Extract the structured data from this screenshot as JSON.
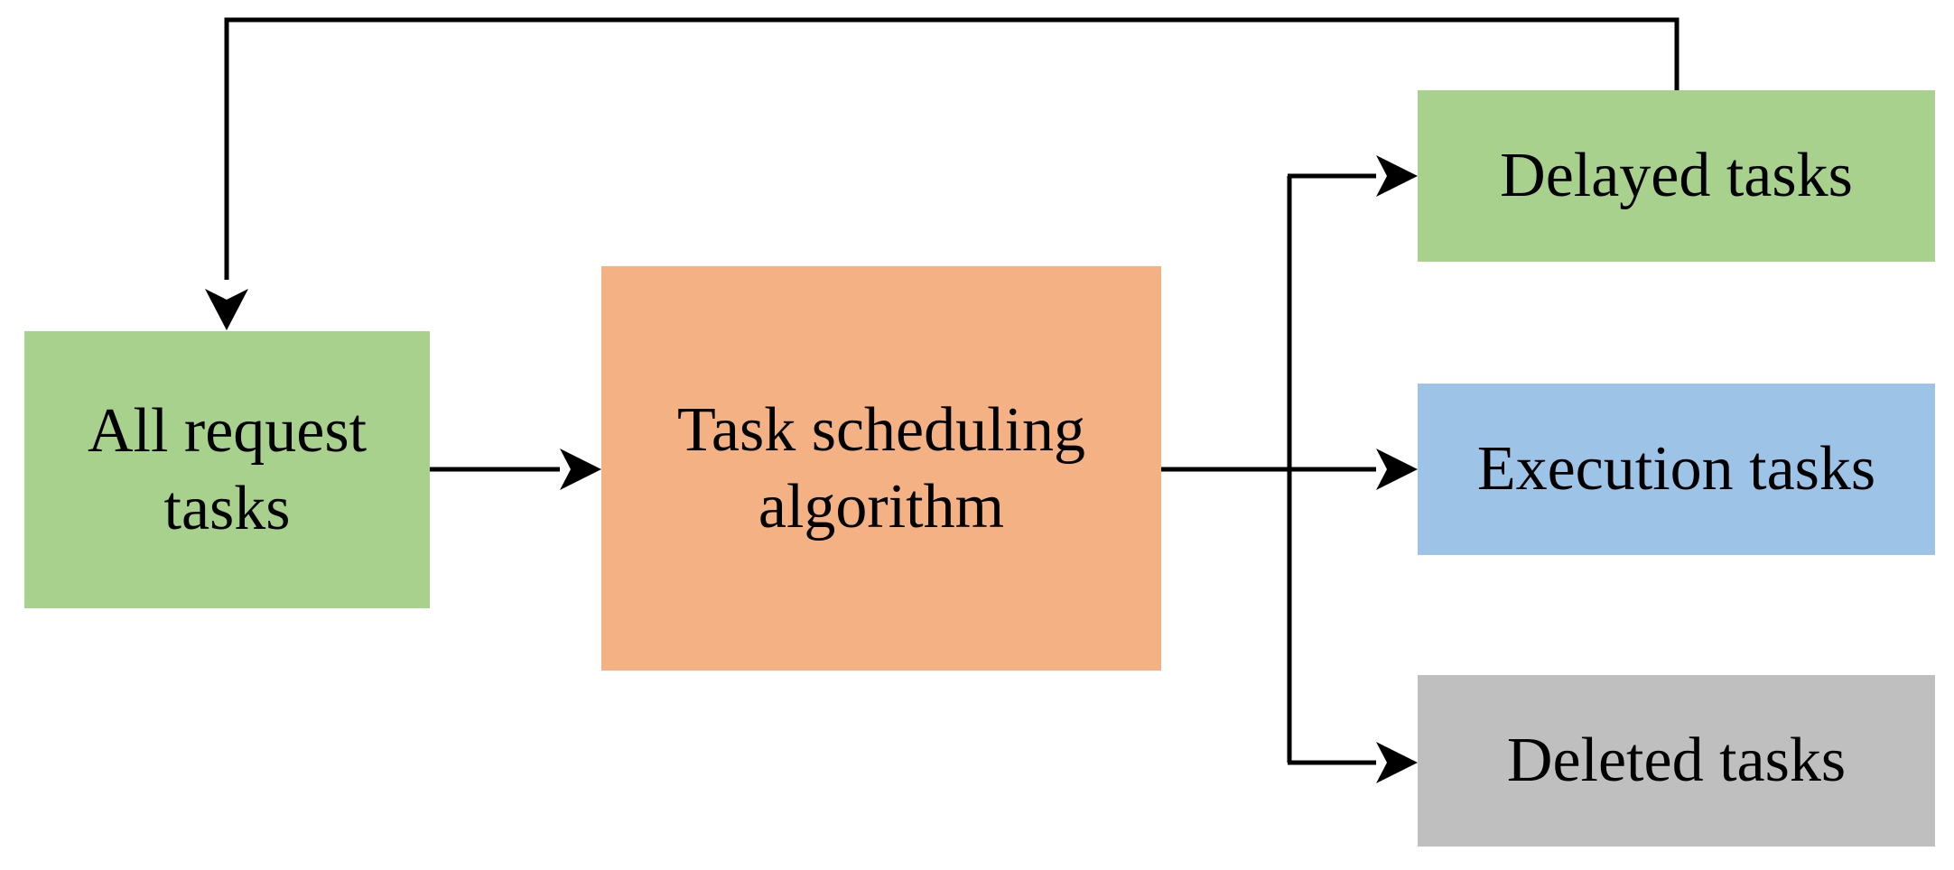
{
  "colors": {
    "green": "#a8d18d",
    "orange": "#f4b183",
    "blue": "#9dc3e6",
    "gray": "#bfbfbf",
    "line": "#000000"
  },
  "nodes": {
    "all_requests": {
      "line1": "All request",
      "line2": "tasks"
    },
    "scheduler": {
      "line1": "Task scheduling",
      "line2": "algorithm"
    },
    "delayed": {
      "label": "Delayed tasks"
    },
    "execution": {
      "label": "Execution tasks"
    },
    "deleted": {
      "label": "Deleted tasks"
    }
  },
  "edges": [
    {
      "from": "All request tasks",
      "to": "Task scheduling algorithm"
    },
    {
      "from": "Task scheduling algorithm",
      "to": "Delayed tasks"
    },
    {
      "from": "Task scheduling algorithm",
      "to": "Execution tasks"
    },
    {
      "from": "Task scheduling algorithm",
      "to": "Deleted tasks"
    },
    {
      "from": "Delayed tasks",
      "to": "All request tasks"
    }
  ]
}
